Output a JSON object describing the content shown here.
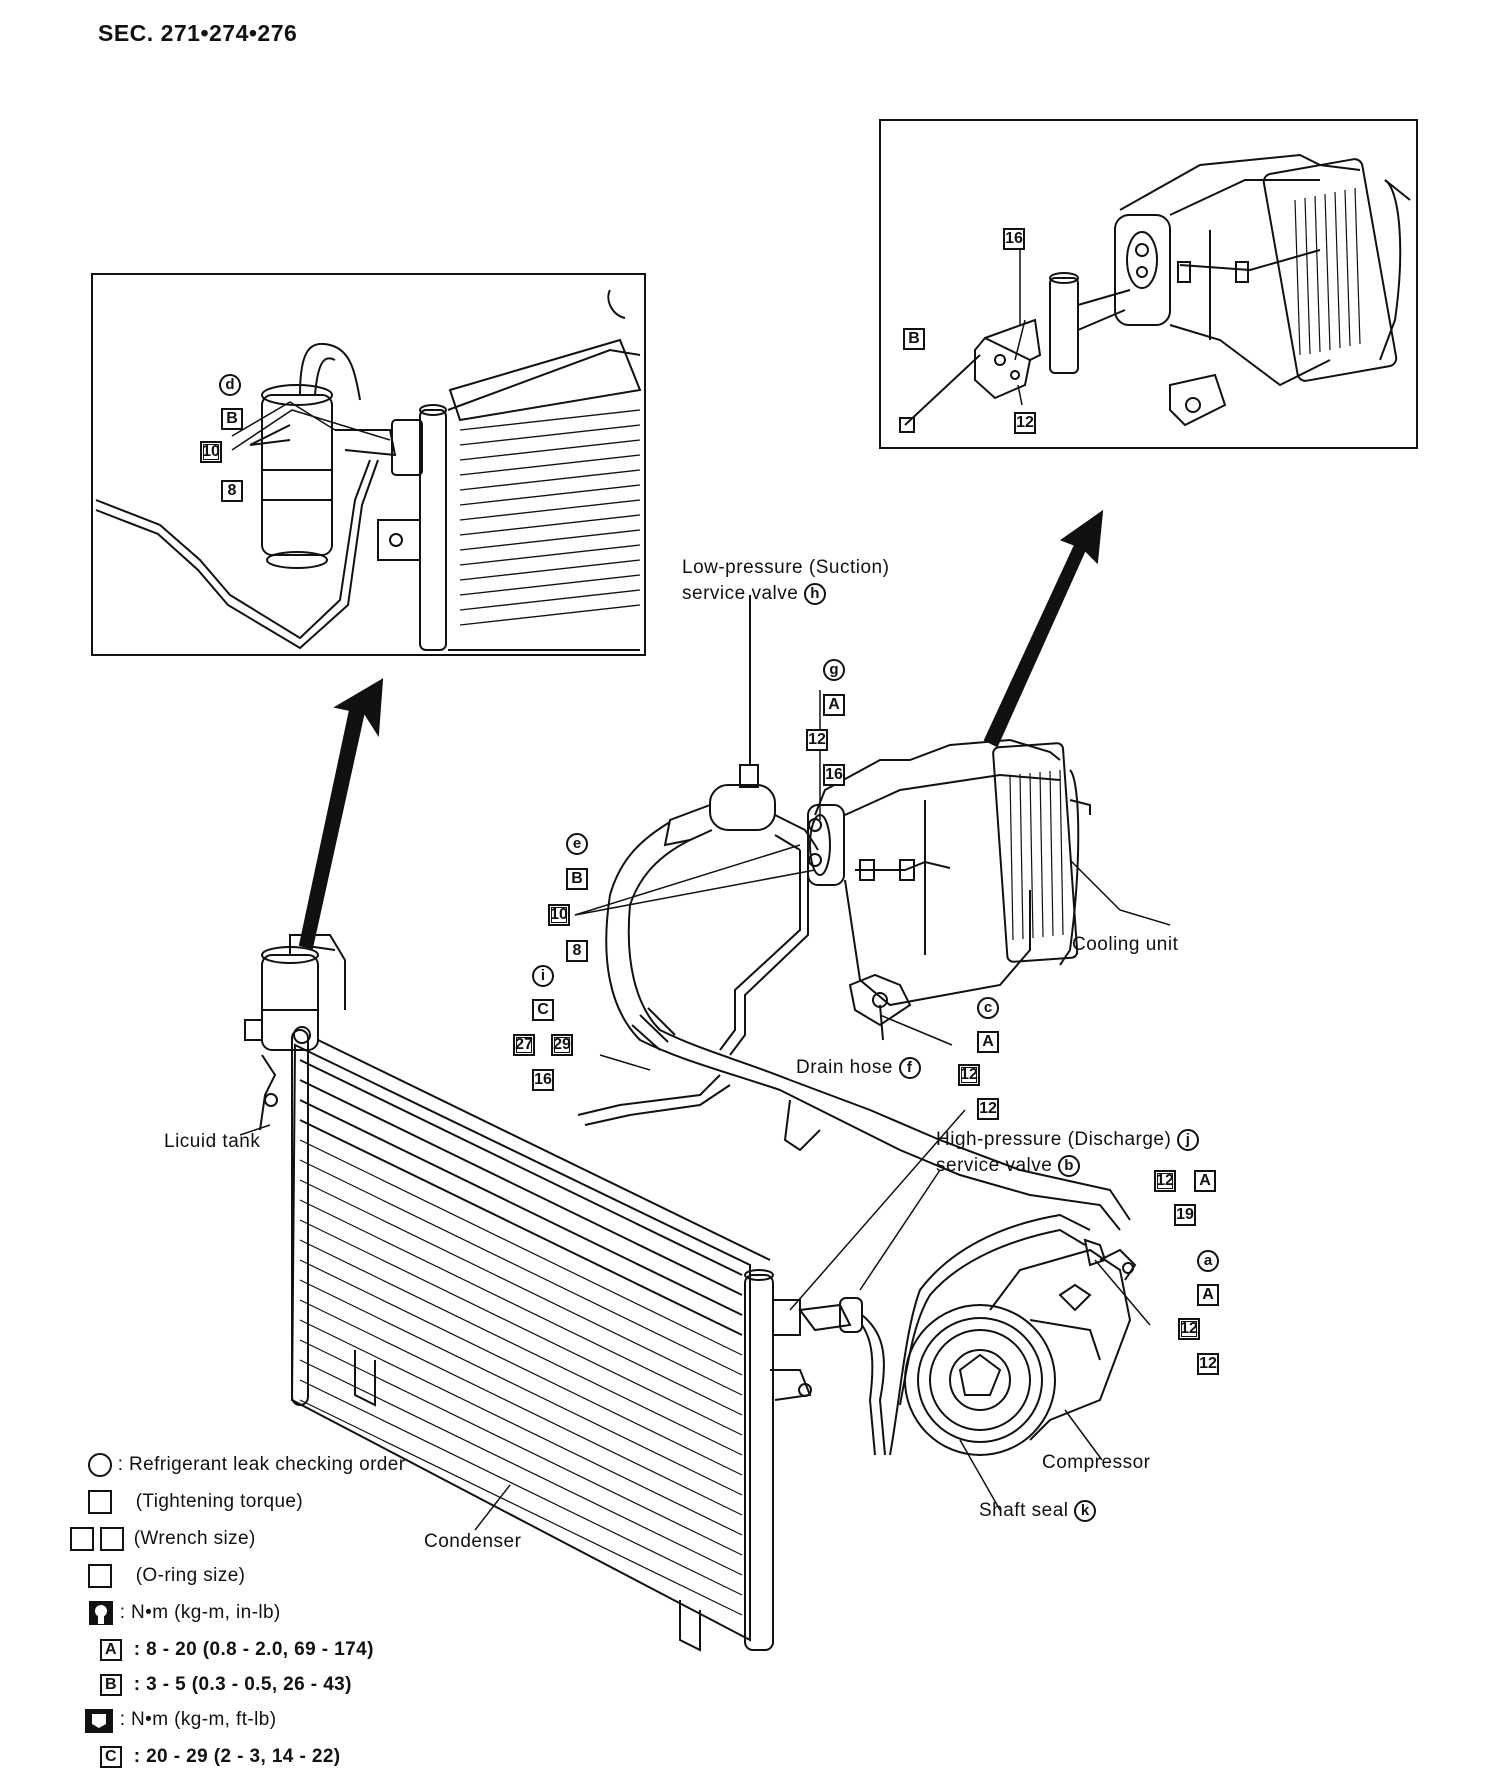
{
  "section": "SEC. 271•274•276",
  "labels": {
    "low_pressure_1": "Low-pressure (Suction)",
    "low_pressure_2": "service valve",
    "cooling_unit": "Cooling unit",
    "drain_hose": "Drain hose",
    "liquid_tank": "Licuid tank",
    "high_pressure_1": "High-pressure (Discharge)",
    "high_pressure_2": "service valve",
    "compressor": "Compressor",
    "shaft_seal": "Shaft seal",
    "condenser": "Condenser"
  },
  "circles": {
    "a": "a",
    "b": "b",
    "c": "c",
    "d": "d",
    "e": "e",
    "f": "f",
    "g": "g",
    "h": "h",
    "i": "i",
    "j": "j",
    "k": "k"
  },
  "torque": {
    "A": "A",
    "B": "B",
    "C": "C"
  },
  "sizes": {
    "s8": "8",
    "s10": "10",
    "s12": "12",
    "s16": "16",
    "s19": "19",
    "s27": "27",
    "s29": "29"
  },
  "legend": {
    "leak_order": ": Refrigerant leak checking order",
    "tightening": "(Tightening torque)",
    "wrench": "(Wrench size)",
    "oring": "(O-ring size)",
    "unit_in": ": N•m (kg-m, in-lb)",
    "torque_A": ": 8 - 20 (0.8 - 2.0, 69 - 174)",
    "torque_B": ": 3 - 5 (0.3 - 0.5, 26 - 43)",
    "unit_ft": ": N•m (kg-m, ft-lb)",
    "torque_C": ": 20 - 29 (2 - 3, 14 - 22)"
  }
}
